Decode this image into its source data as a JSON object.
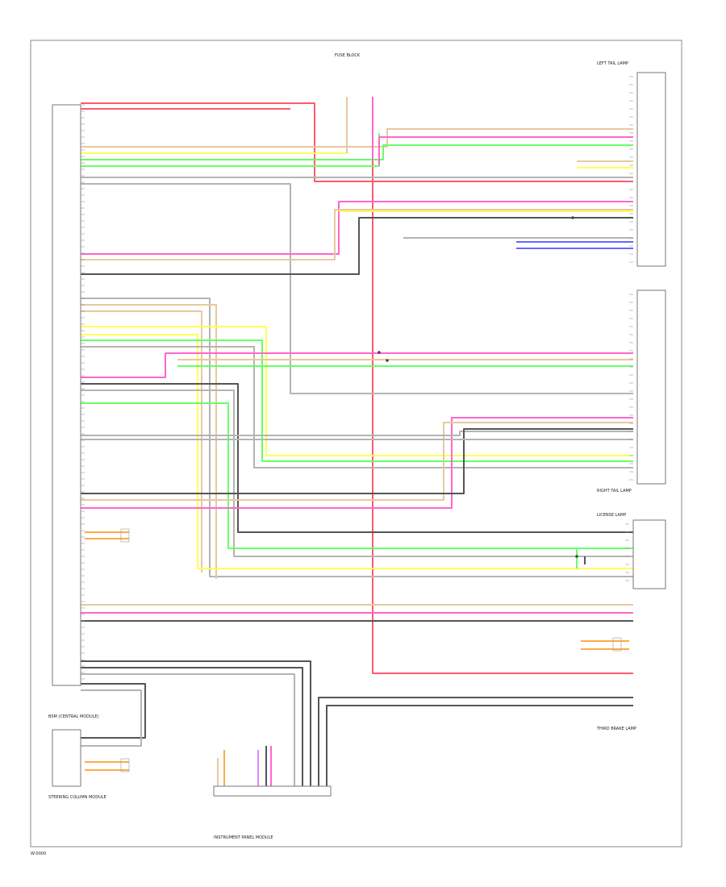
{
  "modules": {
    "bsm": {
      "label": "BSM (CENTRAL MODULE)"
    },
    "steering_column": {
      "label": "STEERING COLUMN MODULE"
    },
    "left_tail_lamp": {
      "label": "LEFT TAIL LAMP"
    },
    "right_tail_lamp": {
      "label": "RIGHT TAIL LAMP"
    },
    "license_lamp": {
      "label": "LICENSE LAMP"
    },
    "third_brake": {
      "label": "THIRD BRAKE LAMP"
    },
    "instrument_panel": {
      "label": "INSTRUMENT PANEL MODULE"
    },
    "fuse_block": {
      "label": "FUSE BLOCK"
    }
  },
  "footer": {
    "code": "W-0000"
  },
  "colors": {
    "red": "#ff5a6e",
    "pink": "#ff66cc",
    "yellow": "#ffff55",
    "green": "#66ff66",
    "blue": "#6666ff",
    "gray": "#b4b4b4",
    "dark": "#555555",
    "tan": "#e8c8a0",
    "orange": "#ffaa44",
    "violet": "#dd88ff"
  }
}
